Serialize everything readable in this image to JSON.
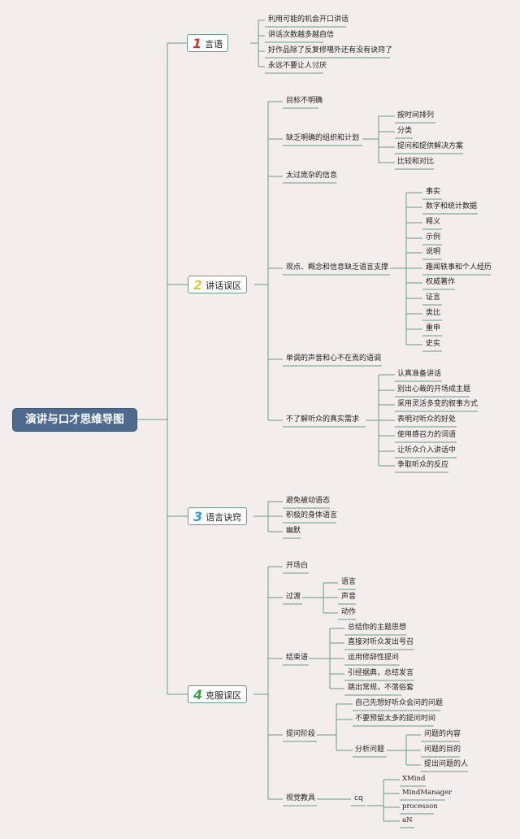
{
  "root": "演讲与口才思维导图",
  "b1": {
    "num": "1",
    "num_color": "#d0322e",
    "label": "言语",
    "items": [
      "利用可能的机会开口讲话",
      "讲话次数越多越自信",
      "好作品除了反复修噶外还有没有诀窍了",
      "永远不要让人讨厌"
    ]
  },
  "b2": {
    "num": "2",
    "num_color": "#e0cc32",
    "label": "讲话误区",
    "items": [
      "目标不明确",
      "缺乏明确的组织和计划",
      "太过庞杂的信息",
      "观点、概念和信息缺乏语言支撑",
      "单调的声音和心不在焉的语调",
      "不了解听众的真实需求"
    ],
    "org": [
      "按时间排列",
      "分类",
      "提问和提供解决方案",
      "比较和对比"
    ],
    "support": [
      "事实",
      "数字和统计数据",
      "释义",
      "示例",
      "说明",
      "趣闻轶事和个人经历",
      "权威著作",
      "证言",
      "类比",
      "重申",
      "史实"
    ],
    "needs": [
      "认真准备讲话",
      "别出心裁的开场成主题",
      "采用灵活多变的叙事方式",
      "表明对听众的好处",
      "使用感召力的词语",
      "让听众介入讲话中",
      "争取听众的反应"
    ]
  },
  "b3": {
    "num": "3",
    "num_color": "#3a9ad2",
    "label": "语言诀窍",
    "items": [
      "避免被动语态",
      "积极的身体语言",
      "幽默"
    ]
  },
  "b4": {
    "num": "4",
    "num_color": "#3aa04a",
    "label": "克服误区",
    "items": [
      "开场白",
      "过渡",
      "结束语",
      "提问阶段",
      "视觉教具"
    ],
    "transition": [
      "语言",
      "声音",
      "动作"
    ],
    "ending": [
      "总结你的主题思想",
      "直接对听众发出号召",
      "运用修辞性提问",
      "引经据典，总结发言",
      "跳出常规，不落俗套"
    ],
    "qa": [
      "自己先想好听众会问的问题",
      "不要预留太多的提问时间",
      "分析问题"
    ],
    "analyze": [
      "问题的内容",
      "问题的目的",
      "提出问题的人"
    ],
    "visual_mid": "cq",
    "visual": [
      "XMind",
      "MindManager",
      "processon",
      "aN"
    ]
  },
  "colors": {
    "line": "#6a9b82",
    "root_bg": "#4e6a8e",
    "background": "#f3eeeb"
  }
}
